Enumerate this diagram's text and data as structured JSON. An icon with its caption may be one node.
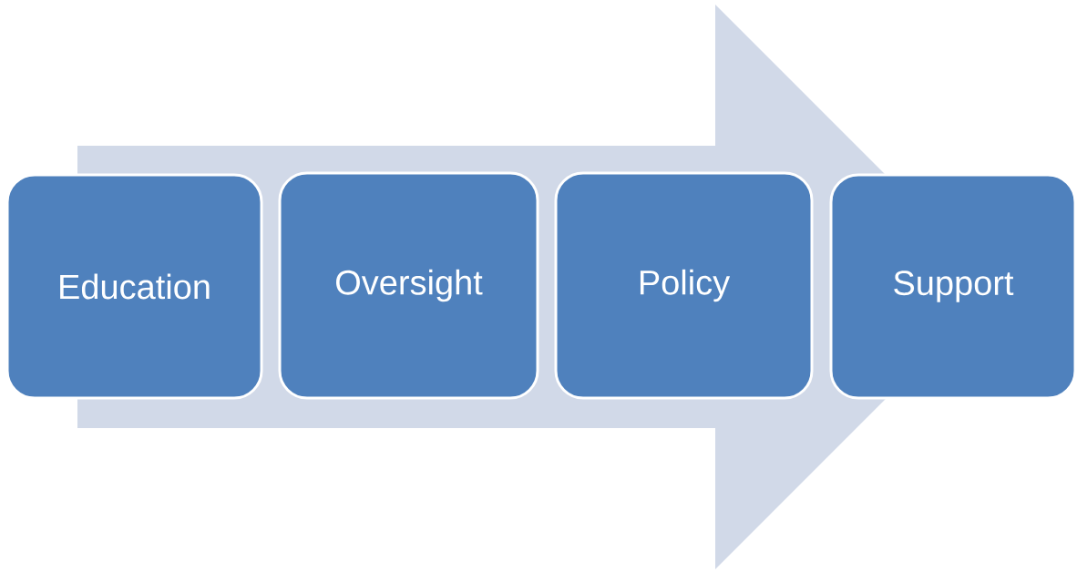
{
  "diagram": {
    "nodes": [
      {
        "text": [
          "Education"
        ]
      },
      {
        "text": [
          "Oversight"
        ]
      },
      {
        "text": [
          "Policy"
        ]
      },
      {
        "text": [
          "Support"
        ]
      }
    ],
    "edges": [
      {
        "from": 0,
        "to": 3,
        "arrow": "to"
      }
    ]
  }
}
